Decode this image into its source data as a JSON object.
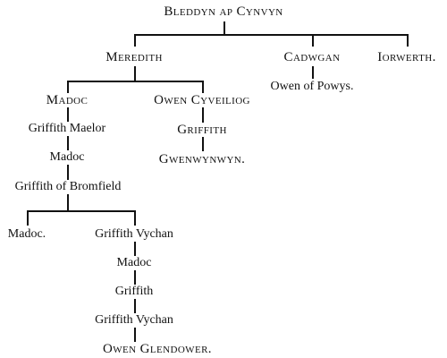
{
  "tree": {
    "root": "Bleddyn ap Cynvyn",
    "sons": {
      "meredith": "Meredith",
      "cadwgan": "Cadwgan",
      "iorwerth": "Iorwerth."
    },
    "cadwgan_line": {
      "owen_of_powys": "Owen of Powys."
    },
    "meredith_sons": {
      "madoc": "Madoc",
      "owen_cyveiliog": "Owen Cyveiliog"
    },
    "owen_cyveiliog_line": {
      "griffith": "Griffith",
      "gwenwynwyn": "Gwenwynwyn."
    },
    "madoc_line": {
      "griffith_maelor": "Griffith Maelor",
      "madoc": "Madoc",
      "griffith_of_bromfield": "Griffith of Bromfield"
    },
    "bromfield_sons": {
      "madoc": "Madoc.",
      "griffith_vychan": "Griffith Vychan"
    },
    "vychan_line": {
      "madoc": "Madoc",
      "griffith": "Griffith",
      "griffith_vychan": "Griffith Vychan",
      "owen_glendower": "Owen Glendower."
    }
  }
}
